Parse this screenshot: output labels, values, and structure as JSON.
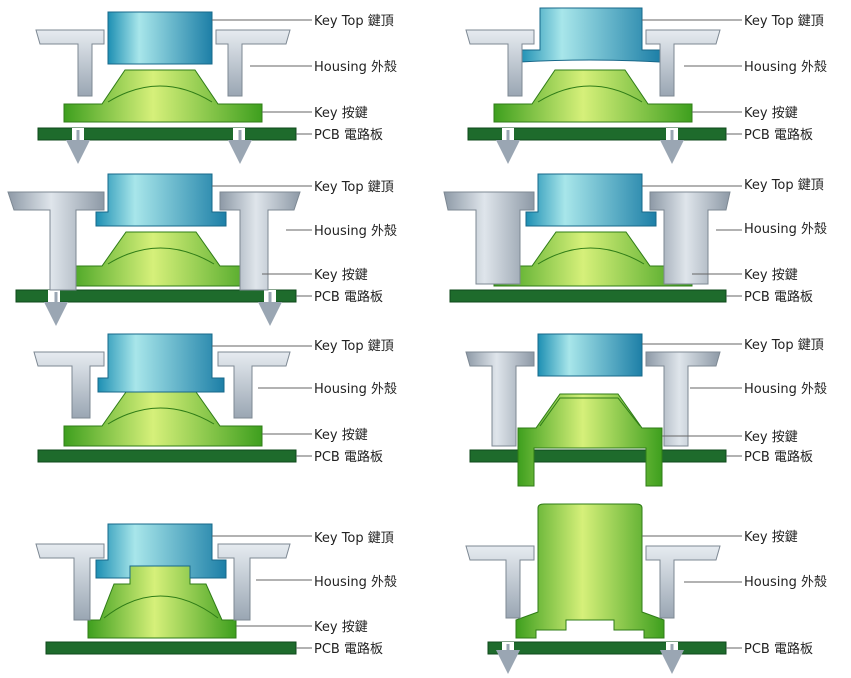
{
  "labels": {
    "key_top": "Key Top 鍵頂",
    "housing": "Housing 外殼",
    "key": "Key 按鍵",
    "pcb": "PCB 電路板"
  },
  "colors": {
    "housing_light": "#dfe5eb",
    "housing_dark": "#8d99a6",
    "keytop_light": "#a8e6ea",
    "keytop_dark": "#1d7fa7",
    "key_light": "#d6f07a",
    "key_dark": "#3e9f1e",
    "pcb": "#1e6b2c",
    "pcb_edge": "#0f4a1b"
  },
  "panels": [
    {
      "id": "panel-1",
      "labels": [
        "key_top",
        "housing",
        "key",
        "pcb"
      ]
    },
    {
      "id": "panel-2",
      "labels": [
        "key_top",
        "housing",
        "key",
        "pcb"
      ]
    },
    {
      "id": "panel-3",
      "labels": [
        "key_top",
        "housing",
        "key",
        "pcb"
      ]
    },
    {
      "id": "panel-4",
      "labels": [
        "key_top",
        "housing",
        "key",
        "pcb"
      ]
    },
    {
      "id": "panel-5",
      "labels": [
        "key_top",
        "housing",
        "key",
        "pcb"
      ]
    },
    {
      "id": "panel-6",
      "labels": [
        "key_top",
        "housing",
        "key",
        "pcb"
      ]
    },
    {
      "id": "panel-7",
      "labels": [
        "key_top",
        "housing",
        "key",
        "pcb"
      ]
    },
    {
      "id": "panel-8",
      "labels": [
        "key",
        "housing",
        "pcb"
      ]
    }
  ]
}
